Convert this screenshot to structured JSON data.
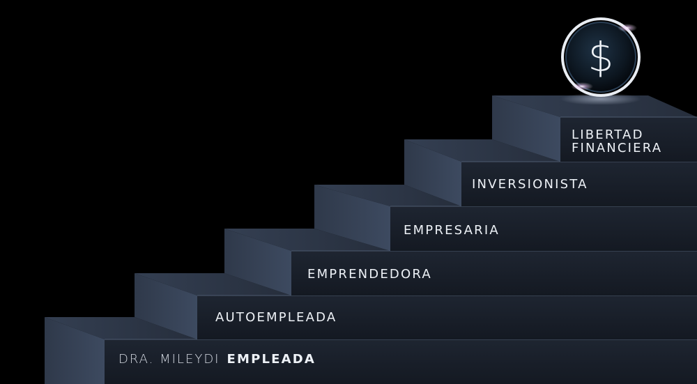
{
  "coin": {
    "symbol": "$",
    "icon": "dollar-coin-icon"
  },
  "steps": [
    {
      "prefix": "DRA. MILEYDI",
      "label": "EMPLEADA"
    },
    {
      "label": "AUTOEMPLEADA"
    },
    {
      "label": "EMPRENDEDORA"
    },
    {
      "label": "EMPRESARIA"
    },
    {
      "label": "INVERSIONISTA"
    },
    {
      "label_lines": [
        "LIBERTAD",
        "FINANCIERA"
      ]
    }
  ],
  "colors": {
    "background": "#000000",
    "riser_face": "#1b212c",
    "tread_top": "#2d3646",
    "side_face": "#39455a",
    "edge_highlight": "#5a6a83",
    "label_text": "#eef2f7"
  }
}
